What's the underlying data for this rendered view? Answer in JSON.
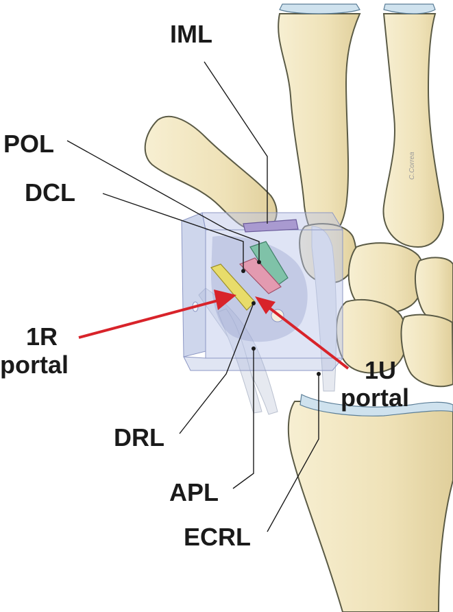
{
  "labels": {
    "iml": "IML",
    "pol": "POL",
    "dcl": "DCL",
    "r1_line1": "1R",
    "r1_line2": "portal",
    "u1_line1": "1U",
    "u1_line2": "portal",
    "drl": "DRL",
    "apl": "APL",
    "ecrl": "ECRL"
  },
  "signature": "C.Correa",
  "colors": {
    "bone_fill": "#f2e8c4",
    "bone_stroke": "#5a5a45",
    "cartilage": "#cfe2ee",
    "box_face": "#a6b4dc",
    "tendon": "#dfe3ec",
    "arrow": "#d8232a",
    "iml_ligament": "#a99ad0",
    "pol_ligament": "#7fc2a8",
    "dcl_ligament": "#e39ab0",
    "drl_ligament": "#e8dc6a",
    "text": "#1a1a1a"
  }
}
